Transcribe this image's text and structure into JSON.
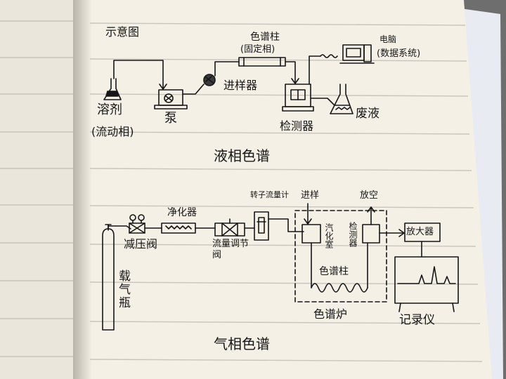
{
  "photo": {
    "colors": {
      "background": "#6e6e6e",
      "paper": "#f4f0e6",
      "paper_shade": "#d9d4c8",
      "ruled_line": "#c9c5bd",
      "ink": "#161616",
      "sheet_behind": "#e8ecf2"
    }
  },
  "liquid": {
    "title": "液相色谱",
    "schematic": "示意图",
    "solvent": "溶剂",
    "mobile_phase": "(流动相)",
    "pump": "泵",
    "injector": "进样器",
    "column": "色谱柱",
    "stationary_phase": "(固定相)",
    "computer": "电脑",
    "data_system": "(数据系统)",
    "detector": "检测器",
    "waste": "废液"
  },
  "gas": {
    "title": "气相色谱",
    "carrier_bottle": "载气瓶",
    "regulator": "减压阀",
    "purifier": "净化器",
    "flow_valve": "流量调节阀",
    "flowmeter": "转子流量计",
    "injection": "进样",
    "vent": "放空",
    "vaporizer": "汽化室",
    "detector": "检测器",
    "column": "色谱柱",
    "oven": "色谱炉",
    "amplifier": "放大器",
    "recorder": "记录仪"
  }
}
